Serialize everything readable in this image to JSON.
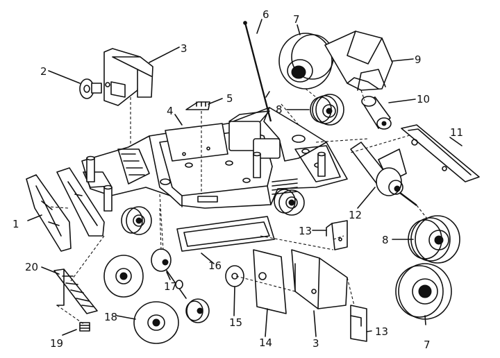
{
  "labels": {
    "l1": "1",
    "l2": "2",
    "l3a": "3",
    "l3b": "3",
    "l4": "4",
    "l5": "5",
    "l6": "6",
    "l7a": "7",
    "l7b": "7",
    "l8a": "8",
    "l8b": "8",
    "l9": "9",
    "l10": "10",
    "l11": "11",
    "l12": "12",
    "l13a": "13",
    "l13b": "13",
    "l14": "14",
    "l15": "15",
    "l16": "16",
    "l17": "17",
    "l18": "18",
    "l19": "19",
    "l20": "20"
  }
}
